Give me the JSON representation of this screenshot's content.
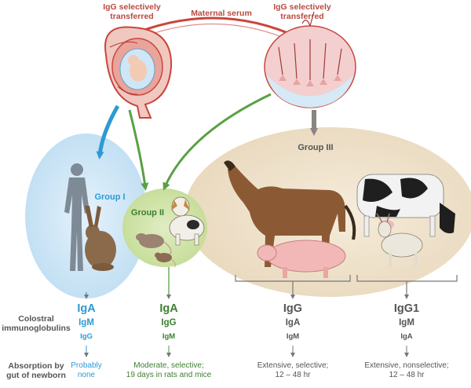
{
  "placenta_labels": {
    "left": "IgG selectively\ntransferred",
    "middle": "Maternal serum",
    "right": "IgG selectively\ntransferred"
  },
  "row_labels": {
    "colostral": "Colostral\nimmunoglobulins",
    "absorption": "Absorption by\ngut of newborn"
  },
  "groups": [
    {
      "name": "Group I",
      "color": "#2c9ad3",
      "immunoglobulins": [
        "IgA",
        "IgM",
        "IgG"
      ],
      "absorption": "Probably\nnone"
    },
    {
      "name": "Group II",
      "color": "#4a9a3b",
      "immunoglobulins": [
        "IgA",
        "IgG",
        "IgM"
      ],
      "absorption": "Moderate, selective;\n19 days in rats and mice"
    },
    {
      "name": "Group III",
      "color": "#555555",
      "immunoglobulins": [],
      "absorption": ""
    }
  ],
  "group3_columns": [
    {
      "immunoglobulins": [
        "IgG",
        "IgA",
        "IgM"
      ],
      "absorption": "Extensive, selective;\n12 – 48 hr"
    },
    {
      "immunoglobulins": [
        "IgG1",
        "IgM",
        "IgA"
      ],
      "absorption": "Extensive, nonselective;\n12 – 48 hr"
    }
  ],
  "colors": {
    "placenta": "#c9463c",
    "group1_bg": "#cfe7f7",
    "group2_bg": "#cfe2a6",
    "group3_bg": "#efe3cf",
    "arrow_group1": "#2c9ad3",
    "arrow_group2": "#5aa043",
    "arrow_group3": "#8a8580"
  },
  "icons": [
    "uterus-fetus-icon",
    "epitheliochorial-placenta-icon",
    "human-icon",
    "rabbit-icon",
    "dog-icon",
    "rat-icon",
    "mouse-icon",
    "horse-icon",
    "pig-icon",
    "cow-icon",
    "goat-icon"
  ]
}
